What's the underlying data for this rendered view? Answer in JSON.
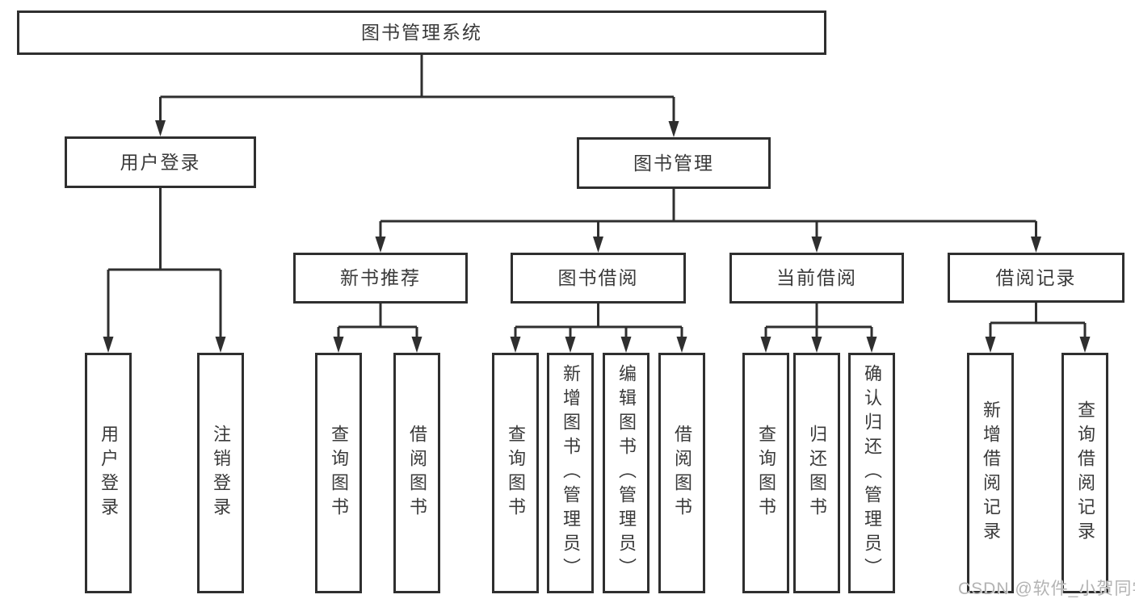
{
  "tree": {
    "label": "图书管理系统",
    "children": [
      {
        "label": "用户登录",
        "children": [
          {
            "label": "用户登录"
          },
          {
            "label": "注销登录"
          }
        ]
      },
      {
        "label": "图书管理",
        "children": [
          {
            "label": "新书推荐",
            "children": [
              {
                "label": "查询图书"
              },
              {
                "label": "借阅图书"
              }
            ]
          },
          {
            "label": "图书借阅",
            "children": [
              {
                "label": "查询图书"
              },
              {
                "label": "新增图书（管理员）"
              },
              {
                "label": "编辑图书（管理员）"
              },
              {
                "label": "借阅图书"
              }
            ]
          },
          {
            "label": "当前借阅",
            "children": [
              {
                "label": "查询图书"
              },
              {
                "label": "归还图书"
              },
              {
                "label": "确认归还（管理员）"
              }
            ]
          },
          {
            "label": "借阅记录",
            "children": [
              {
                "label": "新增借阅记录"
              },
              {
                "label": "查询借阅记录"
              }
            ]
          }
        ]
      }
    ]
  },
  "watermark": "CSDN @软件_小贺同学",
  "colors": {
    "line": "#2f2f2f",
    "text": "#3a3a3a",
    "watermark": "#b3b3b3",
    "background": "#ffffff"
  }
}
